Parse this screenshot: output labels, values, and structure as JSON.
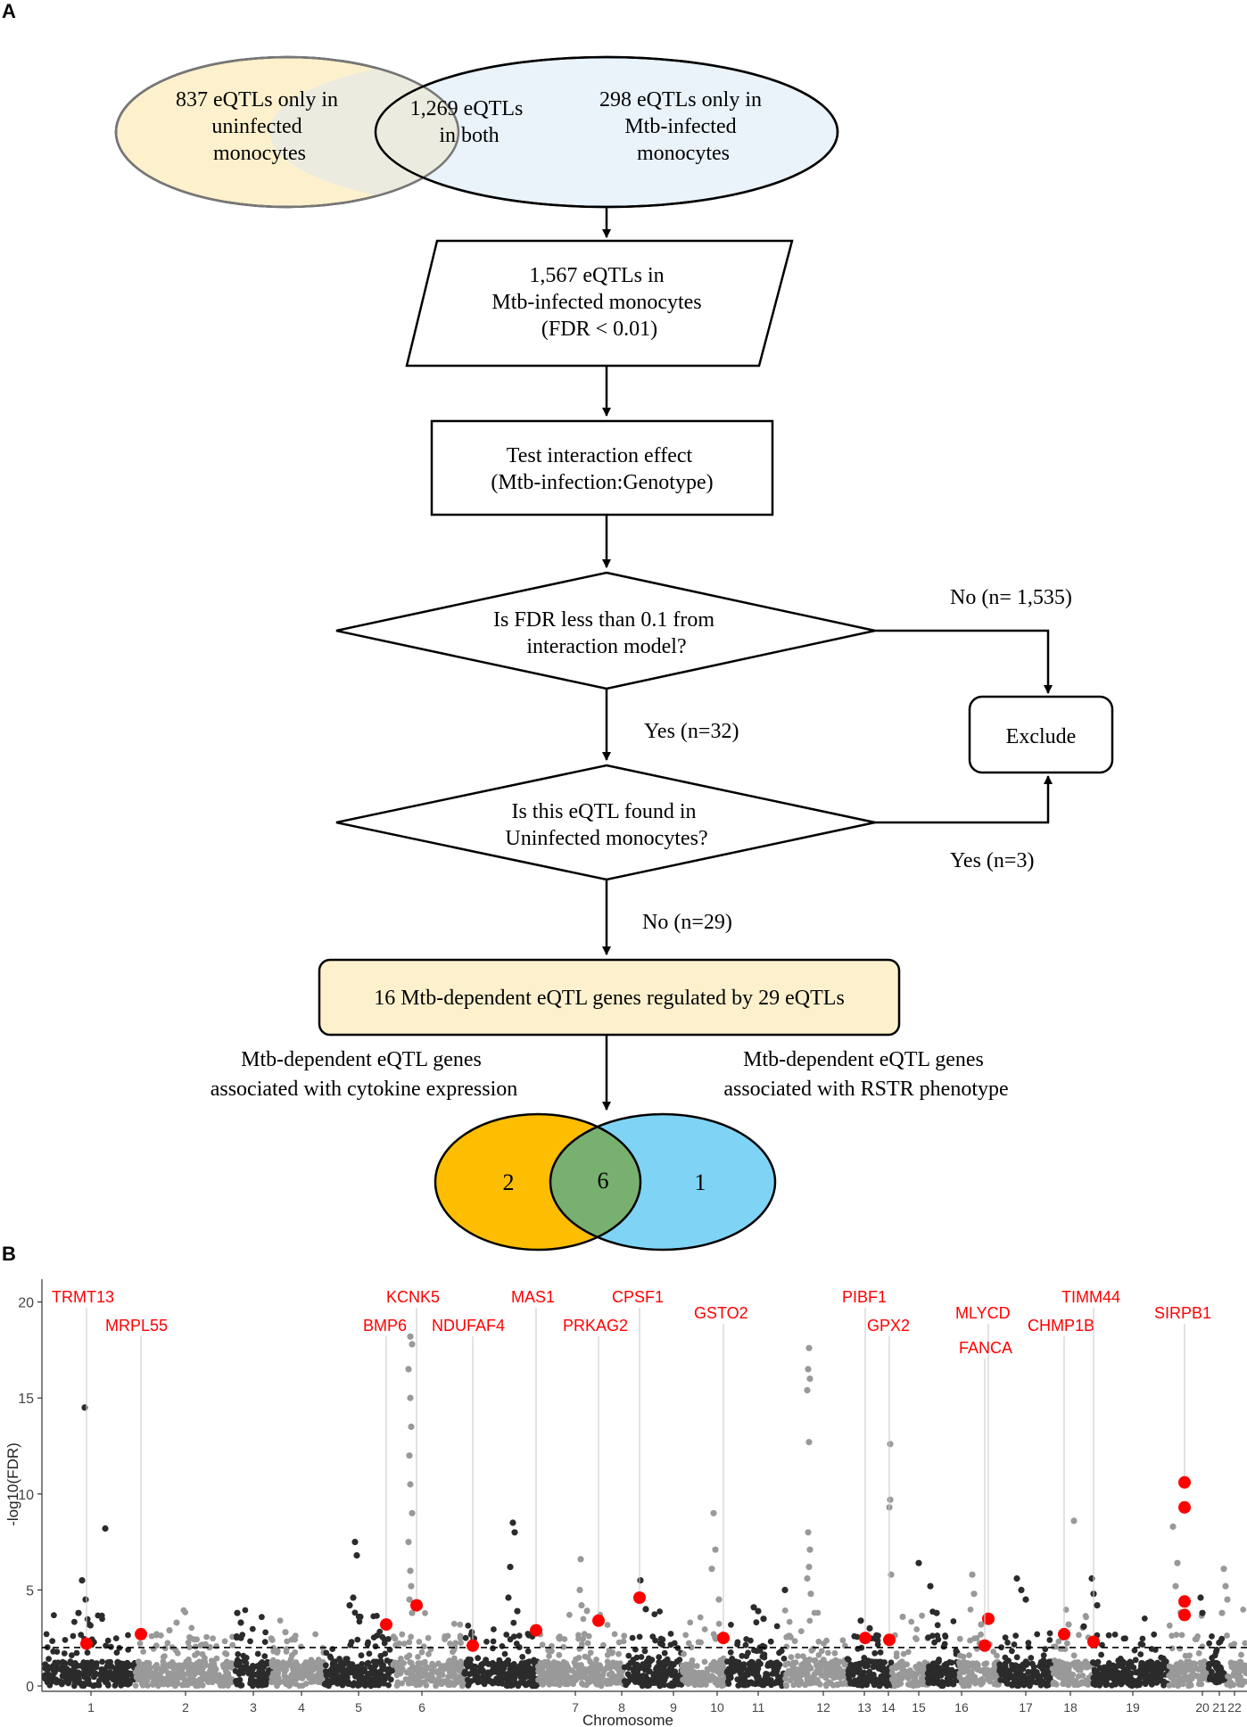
{
  "panelA": {
    "label": "A",
    "venn_top": {
      "left_text": [
        "837 eQTLs only in",
        "uninfected",
        "monocytes"
      ],
      "middle_text": [
        "1,269 eQTLs",
        "in both"
      ],
      "right_text": [
        "298 eQTLs only in",
        "Mtb-infected",
        "monocytes"
      ],
      "colors": {
        "left": "#fdf1cd",
        "middle": "#ebebdf",
        "right": "#eaf2fa"
      }
    },
    "parallelogram_text": [
      "1,567 eQTLs in",
      "Mtb-infected monocytes",
      "(FDR < 0.01)"
    ],
    "process_text": [
      "Test interaction effect",
      "(Mtb-infection:Genotype)"
    ],
    "decision1_text": [
      "Is FDR less than 0.1 from",
      "interaction model?"
    ],
    "decision2_text": [
      "Is this eQTL found in",
      "Uninfected monocytes?"
    ],
    "no1_label": "No (n= 1,535)",
    "yes1_label": "Yes (n=32)",
    "yes2_label": "Yes (n=3)",
    "no2_label": "No (n=29)",
    "exclude_label": "Exclude",
    "result_text": "16 Mtb-dependent eQTL genes regulated by 29 eQTLs",
    "result_color": "#fdf1cd",
    "left_caption": [
      "Mtb-dependent eQTL genes",
      "associated with cytokine expression"
    ],
    "right_caption": [
      "Mtb-dependent eQTL genes",
      "associated with RSTR phenotype"
    ],
    "venn_bottom": {
      "left": "2",
      "middle": "6",
      "right": "1",
      "colors": {
        "left": "#fdbd00",
        "middle": "#78b070",
        "right": "#7fd4f5"
      }
    }
  },
  "panelB": {
    "label": "B",
    "chart_data": {
      "type": "scatter",
      "subtype": "manhattan",
      "xlabel": "Chromosome",
      "ylabel": "-log10(FDR)",
      "ylim": [
        0,
        21
      ],
      "yticks": [
        0,
        5,
        10,
        15,
        20
      ],
      "threshold": 2,
      "chromosomes": [
        "1",
        "2",
        "3",
        "4",
        "5",
        "6",
        "7",
        "8",
        "9",
        "10",
        "11",
        "12",
        "13",
        "14",
        "15",
        "16",
        "17",
        "18",
        "19",
        "20",
        "21",
        "22"
      ],
      "colors": {
        "dark": "#2b2b2b",
        "light": "#999999",
        "highlight": "#ff0000",
        "label": "#ff0000"
      },
      "highlights": [
        {
          "gene": "TRMT13",
          "chr": "1",
          "y": 2.2
        },
        {
          "gene": "MRPL55",
          "chr": "1",
          "y": 2.7
        },
        {
          "gene": "BMP6",
          "chr": "6",
          "y": 3.2
        },
        {
          "gene": "KCNK5",
          "chr": "6",
          "y": 4.2
        },
        {
          "gene": "NDUFAF4",
          "chr": "6",
          "y": 2.1
        },
        {
          "gene": "MAS1",
          "chr": "6",
          "y": 2.9
        },
        {
          "gene": "PRKAG2",
          "chr": "7",
          "y": 3.4
        },
        {
          "gene": "CPSF1",
          "chr": "8",
          "y": 4.6
        },
        {
          "gene": "GSTO2",
          "chr": "10",
          "y": 2.5
        },
        {
          "gene": "PIBF1",
          "chr": "13",
          "y": 2.5
        },
        {
          "gene": "GPX2",
          "chr": "14",
          "y": 2.4
        },
        {
          "gene": "MLYCD",
          "chr": "16",
          "y": 3.5
        },
        {
          "gene": "FANCA",
          "chr": "16",
          "y": 2.1
        },
        {
          "gene": "CHMP1B",
          "chr": "18",
          "y": 2.7
        },
        {
          "gene": "TIMM44",
          "chr": "19",
          "y": 2.3
        },
        {
          "gene": "SIRPB1",
          "chr": "20",
          "y": 10.6
        },
        {
          "gene": "SIRPB1",
          "chr": "20",
          "y": 9.3
        },
        {
          "gene": "SIRPB1",
          "chr": "20",
          "y": 4.4
        },
        {
          "gene": "SIRPB1",
          "chr": "20",
          "y": 3.7
        }
      ]
    }
  }
}
